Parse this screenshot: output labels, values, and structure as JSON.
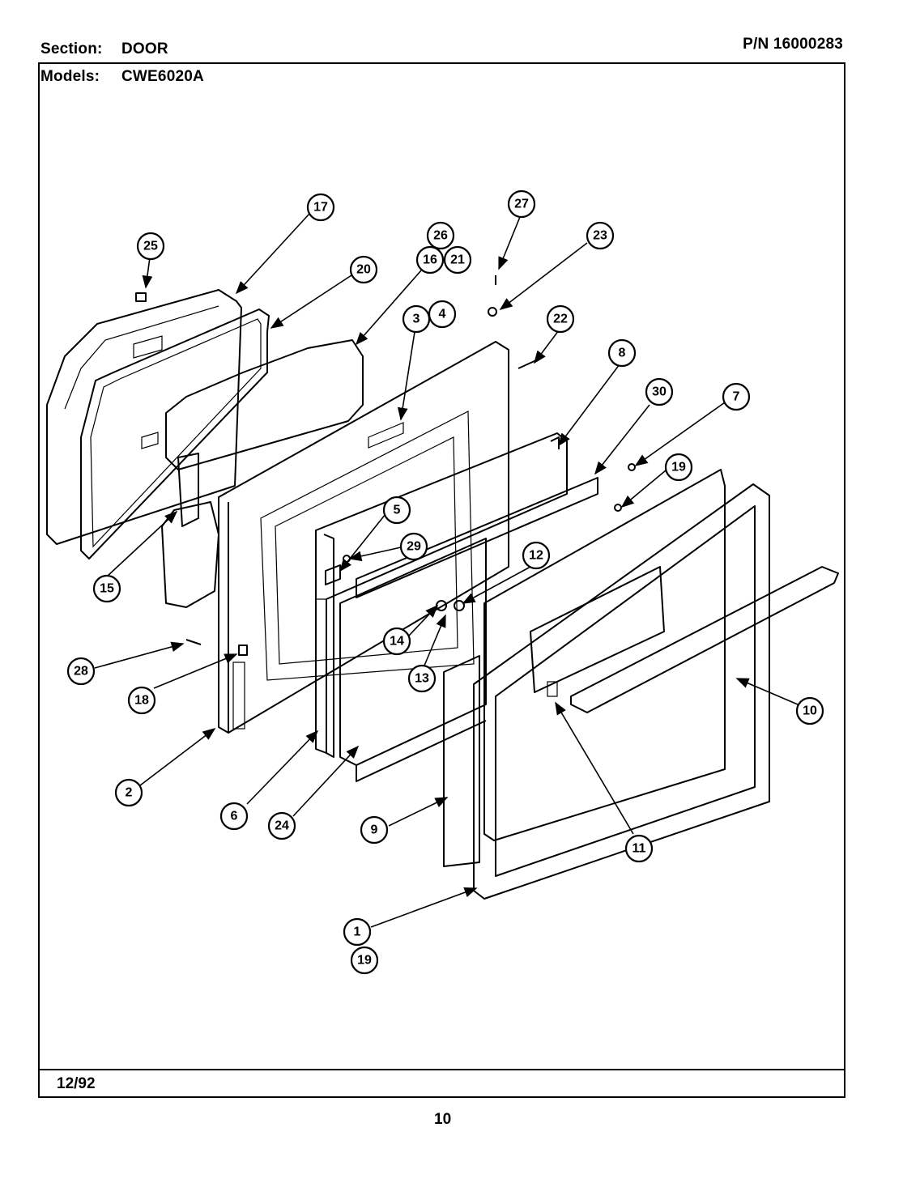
{
  "header": {
    "section_label": "Section:",
    "section_value": "DOOR",
    "part_number": "P/N  16000283",
    "models_label": "Models:",
    "models_value": "CWE6020A"
  },
  "footer": {
    "date": "12/92",
    "page_number": "10"
  },
  "callouts": [
    {
      "id": "c17",
      "label": "17"
    },
    {
      "id": "c25",
      "label": "25"
    },
    {
      "id": "c20",
      "label": "20"
    },
    {
      "id": "c26",
      "label": "26"
    },
    {
      "id": "c16",
      "label": "16"
    },
    {
      "id": "c21",
      "label": "21"
    },
    {
      "id": "c27",
      "label": "27"
    },
    {
      "id": "c23",
      "label": "23"
    },
    {
      "id": "c3",
      "label": "3"
    },
    {
      "id": "c4",
      "label": "4"
    },
    {
      "id": "c22",
      "label": "22"
    },
    {
      "id": "c8",
      "label": "8"
    },
    {
      "id": "c30",
      "label": "30"
    },
    {
      "id": "c7",
      "label": "7"
    },
    {
      "id": "c19a",
      "label": "19"
    },
    {
      "id": "c5",
      "label": "5"
    },
    {
      "id": "c29",
      "label": "29"
    },
    {
      "id": "c12",
      "label": "12"
    },
    {
      "id": "c15",
      "label": "15"
    },
    {
      "id": "c14",
      "label": "14"
    },
    {
      "id": "c13",
      "label": "13"
    },
    {
      "id": "c28",
      "label": "28"
    },
    {
      "id": "c18",
      "label": "18"
    },
    {
      "id": "c10",
      "label": "10"
    },
    {
      "id": "c2",
      "label": "2"
    },
    {
      "id": "c6",
      "label": "6"
    },
    {
      "id": "c24",
      "label": "24"
    },
    {
      "id": "c9",
      "label": "9"
    },
    {
      "id": "c11",
      "label": "11"
    },
    {
      "id": "c1",
      "label": "1"
    },
    {
      "id": "c19b",
      "label": "19"
    }
  ]
}
